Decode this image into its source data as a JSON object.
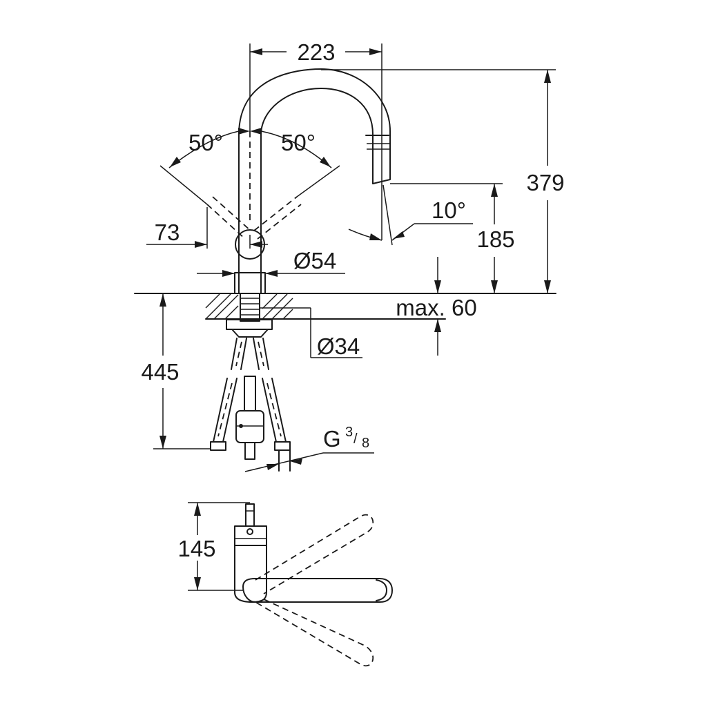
{
  "dimensions": {
    "spout_reach": "223",
    "total_height": "379",
    "swivel_left": "50°",
    "swivel_right": "50°",
    "spray_angle": "10°",
    "outlet_height": "185",
    "lever_offset": "73",
    "body_diameter": "Ø54",
    "deck_thickness": "max. 60",
    "hole_diameter": "Ø34",
    "hose_length": "445",
    "connection_thread": "G",
    "thread_num": "3",
    "thread_den": "8",
    "plan_depth": "145"
  }
}
